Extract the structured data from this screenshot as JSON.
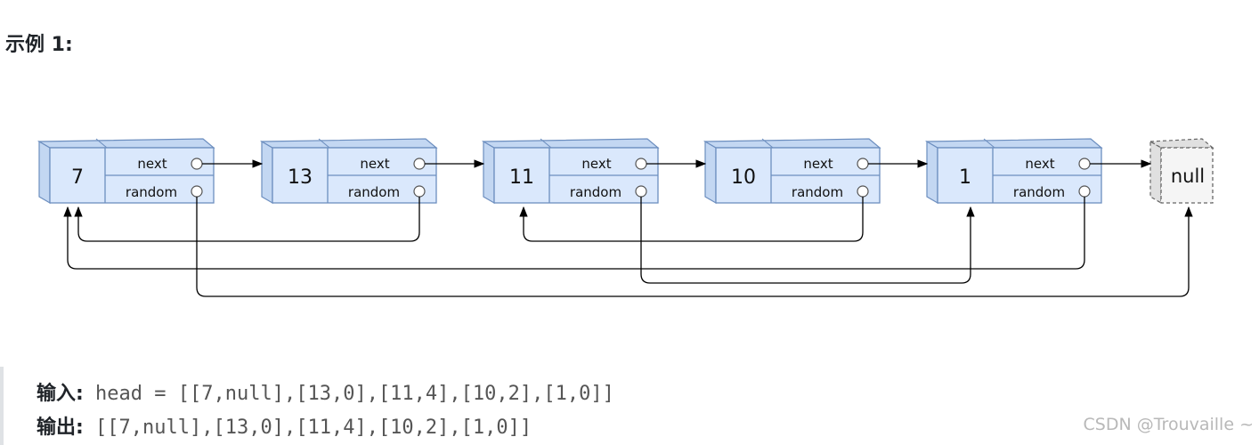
{
  "title": "示例 1:",
  "diagram": {
    "nodes": [
      {
        "value": "7",
        "next_label": "next",
        "random_label": "random"
      },
      {
        "value": "13",
        "next_label": "next",
        "random_label": "random"
      },
      {
        "value": "11",
        "next_label": "next",
        "random_label": "random"
      },
      {
        "value": "10",
        "next_label": "next",
        "random_label": "random"
      },
      {
        "value": "1",
        "next_label": "next",
        "random_label": "random"
      }
    ],
    "null_label": "null",
    "colors": {
      "node_fill": "#dae8fc",
      "node_side": "#c3d7f2",
      "node_stroke": "#6c8ebf",
      "null_fill": "#f5f5f5",
      "null_stroke": "#666666",
      "arrow": "#000000"
    }
  },
  "io": {
    "input_key": "输入:",
    "input_value": " head = [[7,null],[13,0],[11,4],[10,2],[1,0]]",
    "output_key": "输出:",
    "output_value": " [[7,null],[13,0],[11,4],[10,2],[1,0]]"
  },
  "watermark": "CSDN @Trouvaille ~"
}
